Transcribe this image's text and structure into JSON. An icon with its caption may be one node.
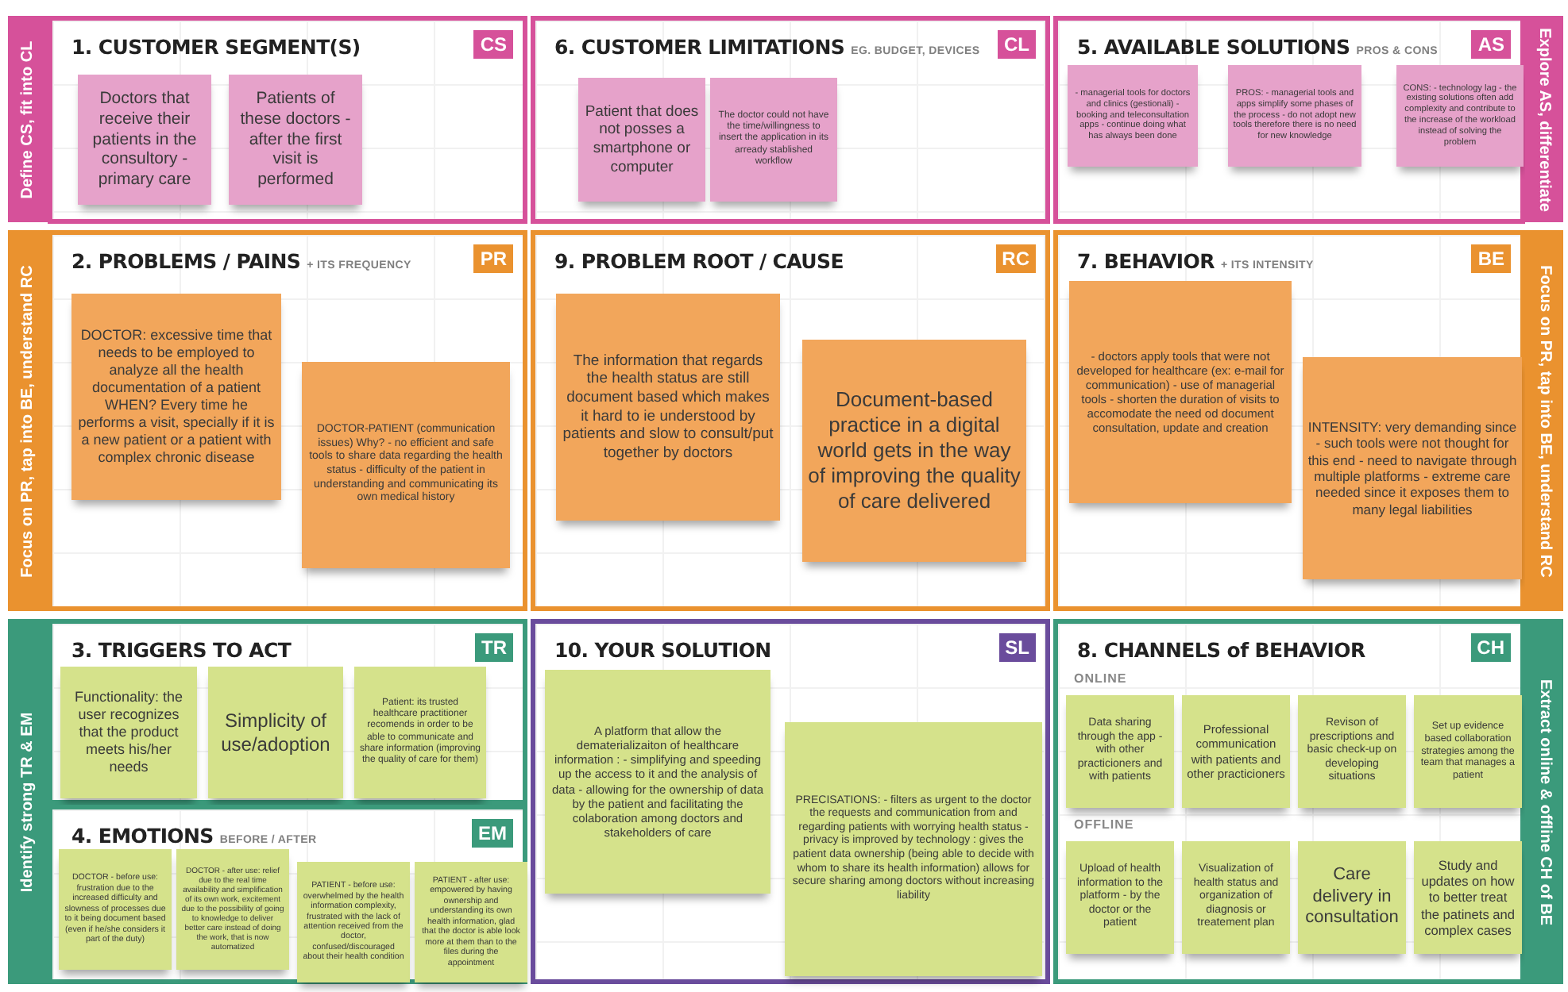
{
  "diagram": {
    "nodes": [
      {
        "text": [
          "Define CS, fit into CL"
        ]
      },
      {
        "text": [
          "1. CUSTOMER SEGMENT(S)",
          "CS"
        ]
      },
      {
        "text": [
          "Doctors that receive their patients in the consultory - primary care"
        ],
        "in": 1
      },
      {
        "text": [
          "Patients of these doctors - after the first visit is performed"
        ],
        "in": 1
      },
      {
        "text": [
          "6. CUSTOMER LIMITATIONS",
          "EG. BUDGET, DEVICES",
          "CL"
        ]
      },
      {
        "text": [
          "Patient that does not posses a smartphone or computer"
        ],
        "in": 4
      },
      {
        "text": [
          "The doctor could not have the time/willingness to insert the application in its arready stablished workflow"
        ],
        "in": 4
      },
      {
        "text": [
          "5. AVAILABLE SOLUTIONS",
          "PROS & CONS",
          "AS"
        ]
      },
      {
        "text": [
          "- managerial tools for doctors and clinics (gestionali) - booking and teleconsultation apps - continue doing what has always been done"
        ],
        "in": 7
      },
      {
        "text": [
          "PROS: - managerial tools and apps simplify some phases of the process - do not adopt new tools therefore there is no need for new knowledge"
        ],
        "in": 7
      },
      {
        "text": [
          "CONS: - technology lag - the existing solutions often add complexity and contribute to the increase of the workload instead of solving the problem"
        ],
        "in": 7
      },
      {
        "text": [
          "Explore AS, differentiate"
        ]
      },
      {
        "text": [
          "Focus on PR, tap into BE, understand RC"
        ]
      },
      {
        "text": [
          "2. PROBLEMS / PAINS",
          "+ ITS FREQUENCY",
          "PR"
        ]
      },
      {
        "text": [
          "DOCTOR: excessive time that needs to be employed to analyze all the health documentation of a patient WHEN? Every time he performs a visit, specially if it is a new patient or a patient with complex chronic disease"
        ],
        "in": 13
      },
      {
        "text": [
          "DOCTOR-PATIENT (communication issues) Why? - no efficient and safe tools to share data regarding the health status - difficulty of the patient in understanding and communicating its own medical history"
        ],
        "in": 13
      },
      {
        "text": [
          "9. PROBLEM ROOT / CAUSE",
          "RC"
        ]
      },
      {
        "text": [
          "The information that regards the health status are still document based which makes it hard to ie understood by patients and slow to consult/put together by doctors"
        ],
        "in": 16
      },
      {
        "text": [
          "Document-based practice in a digital world gets in the way of improving the quality of care delivered"
        ],
        "in": 16
      },
      {
        "text": [
          "7. BEHAVIOR",
          "+ ITS INTENSITY",
          "BE"
        ]
      },
      {
        "text": [
          "- doctors apply tools that were not developed for healthcare (ex: e-mail for communication) - use of managerial tools - shorten the duration of visits to accomodate the need od document consultation, update and creation"
        ],
        "in": 19
      },
      {
        "text": [
          "INTENSITY: very demanding since - such tools were not thought for this end - need to navigate through multiple platforms - extreme care needed since it exposes them to many legal liabilities"
        ],
        "in": 19
      },
      {
        "text": [
          "Focus on PR, tap into BE, understand RC"
        ]
      },
      {
        "text": [
          "Identify strong TR & EM"
        ]
      },
      {
        "text": [
          "3. TRIGGERS TO ACT",
          "TR"
        ]
      },
      {
        "text": [
          "Functionality: the user recognizes that the product meets his/her needs"
        ],
        "in": 24
      },
      {
        "text": [
          "Simplicity of use/adoption"
        ],
        "in": 24
      },
      {
        "text": [
          "Patient: its trusted healthcare practitioner recomends in order to be able to communicate and share information (improving the quality of care for them)"
        ],
        "in": 24
      },
      {
        "text": [
          "4. EMOTIONS",
          "BEFORE / AFTER",
          "EM"
        ]
      },
      {
        "text": [
          "DOCTOR - before use: frustration due to the increased difficulty and slowness of processes due to it being document based (even if he/she considers it part of the duty)"
        ],
        "in": 28
      },
      {
        "text": [
          "DOCTOR - after use: relief due to the real time availability and simplification of its own work, excitement due to the possibility of going to knowledge to deliver better care instead of doing the work, that is now automatized"
        ],
        "in": 28
      },
      {
        "text": [
          "PATIENT - before use: overwhelmed by the health information complexity, frustrated with the lack of attention received from the doctor, confused/discouraged about their health condition"
        ],
        "in": 28
      },
      {
        "text": [
          "PATIENT - after use: empowered by having ownership and understanding its own health information, glad that the doctor is able look more at them than to the files during the appointment"
        ],
        "in": 28
      },
      {
        "text": [
          "10. YOUR SOLUTION",
          "SL"
        ]
      },
      {
        "text": [
          "A platform that allow the dematerializaiton of healthcare information : - simplifying and speeding up the access to it and the analysis of data - allowing for the ownership of data by the patient and facilitating the colaboration among doctors and stakeholders of care"
        ],
        "in": 33
      },
      {
        "text": [
          "PRECISATIONS: - filters as urgent to the doctor the requests and communication from and regarding patients with worrying health status - privacy is improved by technology : gives the patient data ownership (being able to decide with whom to share its health information) allows for secure sharing among doctors without increasing liability"
        ],
        "in": 33
      },
      {
        "text": [
          "8. CHANNELS of BEHAVIOR",
          "ONLINE",
          "OFFLINE",
          "CH"
        ]
      },
      {
        "text": [
          "Data sharing through the app - with other practicioners and with patients"
        ],
        "in": 36
      },
      {
        "text": [
          "Professional communication with patients and other practicioners"
        ],
        "in": 36
      },
      {
        "text": [
          "Revison of prescriptions and basic check-up on developing situations"
        ],
        "in": 36
      },
      {
        "text": [
          "Set up evidence based collaboration strategies among the team that manages a patient"
        ],
        "in": 36
      },
      {
        "text": [
          "Upload of health information to the platform - by the doctor or the patient"
        ],
        "in": 36
      },
      {
        "text": [
          "Visualization of health status and organization of diagnosis or treatement plan"
        ],
        "in": 36
      },
      {
        "text": [
          "Care delivery in consultation"
        ],
        "in": 36
      },
      {
        "text": [
          "Study and updates on how to better treat the patinets and complex cases"
        ],
        "in": 36
      },
      {
        "text": [
          "Extract online & offline CH of BE"
        ]
      }
    ]
  }
}
